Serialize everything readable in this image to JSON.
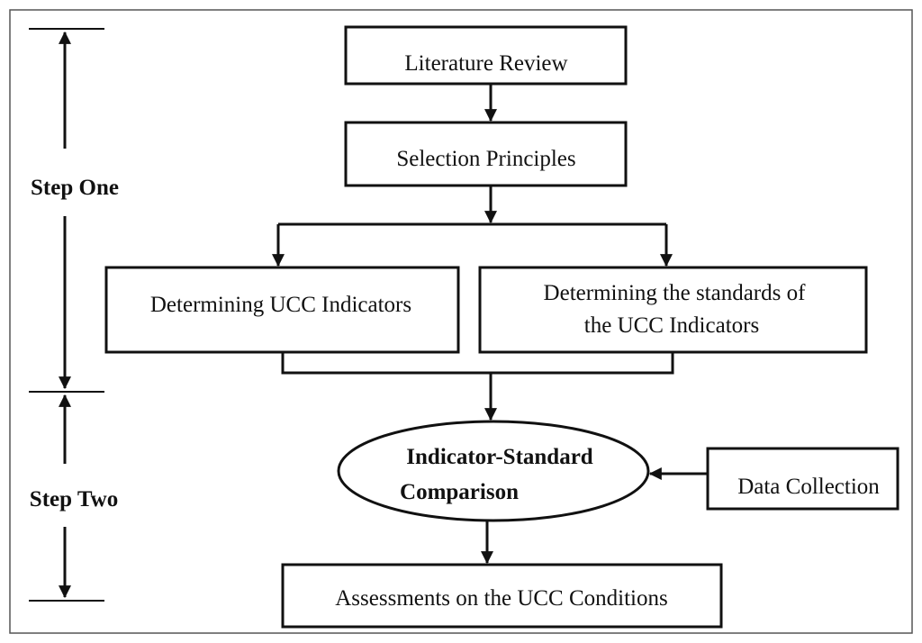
{
  "steps": {
    "one": "Step One",
    "two": "Step Two"
  },
  "nodes": {
    "literature_review": "Literature Review",
    "selection_principles": "Selection Principles",
    "determining_indicators": "Determining UCC Indicators",
    "determining_standards": {
      "line1": "Determining the standards of",
      "line2": "the UCC Indicators"
    },
    "comparison": {
      "line1": "Indicator-Standard",
      "line2": "Comparison"
    },
    "data_collection": "Data Collection",
    "assessments": "Assessments on the UCC Conditions"
  },
  "colors": {
    "stroke": "#111111",
    "background": "#ffffff"
  }
}
